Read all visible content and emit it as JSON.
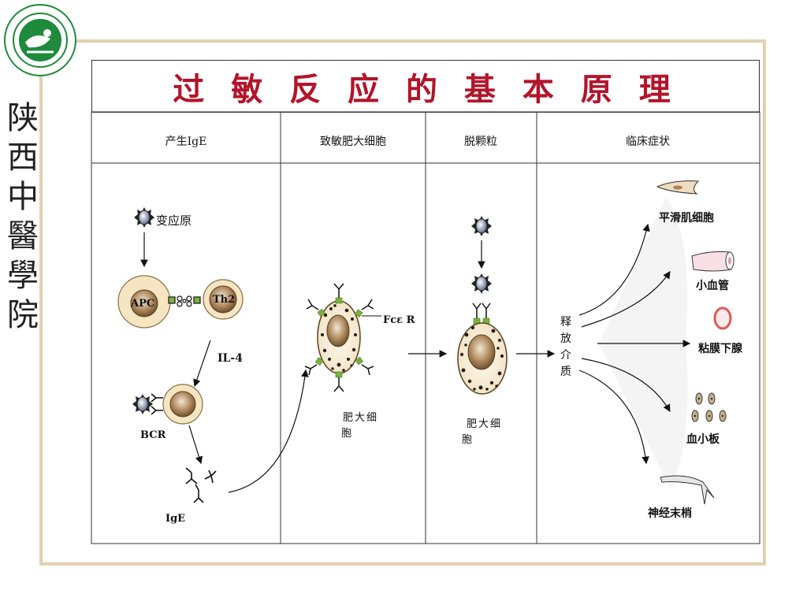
{
  "title": "过 敏 反 应 的 基 本 原 理",
  "side_title": [
    "陕",
    "西",
    "中",
    "醫",
    "學",
    "院"
  ],
  "columns": [
    {
      "header": "产生IgE"
    },
    {
      "header": "致敏肥大细胞"
    },
    {
      "header": "脱颗粒"
    },
    {
      "header": "临床症状"
    }
  ],
  "labels": {
    "allergen": "变应原",
    "apc": "APC",
    "th2": "Th2",
    "il4": "IL-4",
    "bcr": "BCR",
    "ige": "IgE",
    "fce_r": "Fcε R",
    "mast_cell_1a": "肥大细",
    "mast_cell_1b": "胞",
    "mast_cell_2a": "肥大细",
    "mast_cell_2b": "胞",
    "release": [
      "释",
      "放",
      "介",
      "质"
    ],
    "smooth_muscle": "平滑肌细胞",
    "small_vessel": "小血管",
    "mucosal_gland": "粘膜下腺",
    "platelet": "血小板",
    "nerve_ending": "神经末梢"
  },
  "colors": {
    "title": "#b3142a",
    "logo_green": "#1e8a3c",
    "nucleus": "#b08a5e",
    "granule_bg": "#f3e7c9",
    "receptor_green": "#7ab040",
    "frame": "#e3d3b3"
  }
}
